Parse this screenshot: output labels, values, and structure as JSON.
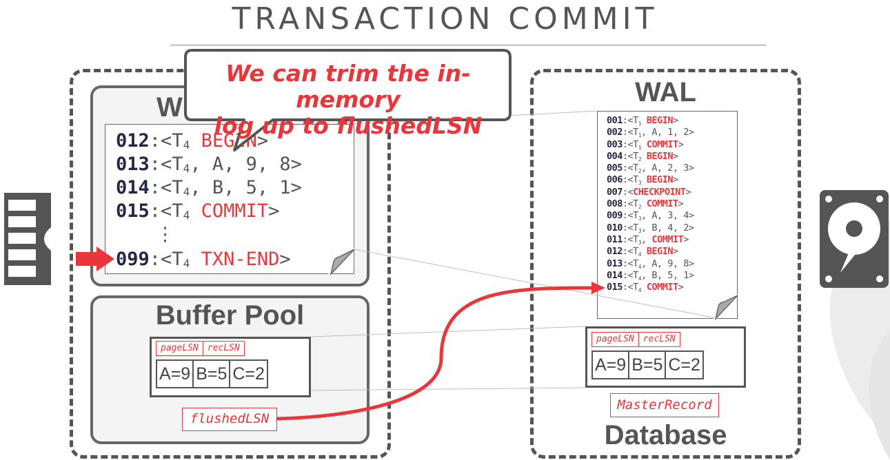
{
  "title": "TRANSACTION COMMIT",
  "callout": {
    "line1": "We can trim the in-memory",
    "line2": "log up to flushedLSN"
  },
  "memory": {
    "wal_title_visible": "W",
    "wal_lines": [
      {
        "lsn": "012",
        "txn": "T",
        "sub": "4",
        "rest": "",
        "keyword": "BEGIN",
        "close": ">"
      },
      {
        "lsn": "013",
        "txn": "T",
        "sub": "4",
        "rest": ", A, 9, 8>",
        "keyword": "",
        "close": ""
      },
      {
        "lsn": "014",
        "txn": "T",
        "sub": "4",
        "rest": ", B, 5, 1>",
        "keyword": "",
        "close": ""
      },
      {
        "lsn": "015",
        "txn": "T",
        "sub": "4",
        "rest": " ",
        "keyword": "COMMIT",
        "close": ">"
      }
    ],
    "ellipsis": "⋮",
    "last_line": {
      "lsn": "099",
      "txn": "T",
      "sub": "4",
      "keyword": "TXN-END",
      "close": ">"
    },
    "buffer_pool_title": "Buffer Pool",
    "page_header": [
      "pageLSN",
      "recLSN"
    ],
    "page_cells": [
      "A=9",
      "B=5",
      "C=2"
    ],
    "flushed_lsn": "flushedLSN"
  },
  "disk": {
    "wal_title": "WAL",
    "wal_lines": [
      {
        "lsn": "001",
        "pre": "<T",
        "sub": "1",
        "mid": " ",
        "kw": "BEGIN",
        "post": ">"
      },
      {
        "lsn": "002",
        "pre": "<T",
        "sub": "1",
        "mid": ", A, 1, 2>",
        "kw": "",
        "post": ""
      },
      {
        "lsn": "003",
        "pre": "<T",
        "sub": "1",
        "mid": " ",
        "kw": "COMMIT",
        "post": ">"
      },
      {
        "lsn": "004",
        "pre": "<T",
        "sub": "2",
        "mid": " ",
        "kw": "BEGIN",
        "post": ">"
      },
      {
        "lsn": "005",
        "pre": "<T",
        "sub": "2",
        "mid": ", A, 2, 3>",
        "kw": "",
        "post": ""
      },
      {
        "lsn": "006",
        "pre": "<T",
        "sub": "3",
        "mid": " ",
        "kw": "BEGIN",
        "post": ">"
      },
      {
        "lsn": "007",
        "pre": "<",
        "sub": "",
        "mid": "",
        "kw": "CHECKPOINT",
        "post": ">"
      },
      {
        "lsn": "008",
        "pre": "<T",
        "sub": "2",
        "mid": " ",
        "kw": "COMMIT",
        "post": ">"
      },
      {
        "lsn": "009",
        "pre": "<T",
        "sub": "3",
        "mid": ", A, 3, 4>",
        "kw": "",
        "post": ""
      },
      {
        "lsn": "010",
        "pre": "<T",
        "sub": "3",
        "mid": ", B, 4, 2>",
        "kw": "",
        "post": ""
      },
      {
        "lsn": "011",
        "pre": "<T",
        "sub": "3",
        "mid": ", ",
        "kw": "COMMIT",
        "post": ">"
      },
      {
        "lsn": "012",
        "pre": "<T",
        "sub": "4",
        "mid": " ",
        "kw": "BEGIN",
        "post": ">"
      },
      {
        "lsn": "013",
        "pre": "<T",
        "sub": "4",
        "mid": ", A, 9, 8>",
        "kw": "",
        "post": ""
      },
      {
        "lsn": "014",
        "pre": "<T",
        "sub": "4",
        "mid": ", B, 5, 1>",
        "kw": "",
        "post": ""
      },
      {
        "lsn": "015",
        "pre": "<T",
        "sub": "4",
        "mid": " ",
        "kw": "COMMIT",
        "post": ">"
      }
    ],
    "page_header": [
      "pageLSN",
      "recLSN"
    ],
    "page_cells": [
      "A=9",
      "B=5",
      "C=2"
    ],
    "master_record": "MasterRecord",
    "database_title": "Database"
  },
  "colors": {
    "accent": "#e8363a",
    "lsn": "#222844",
    "frame": "#555555"
  },
  "icons": [
    "memory-ram-icon",
    "hard-disk-icon",
    "pointer-arrow-icon"
  ]
}
